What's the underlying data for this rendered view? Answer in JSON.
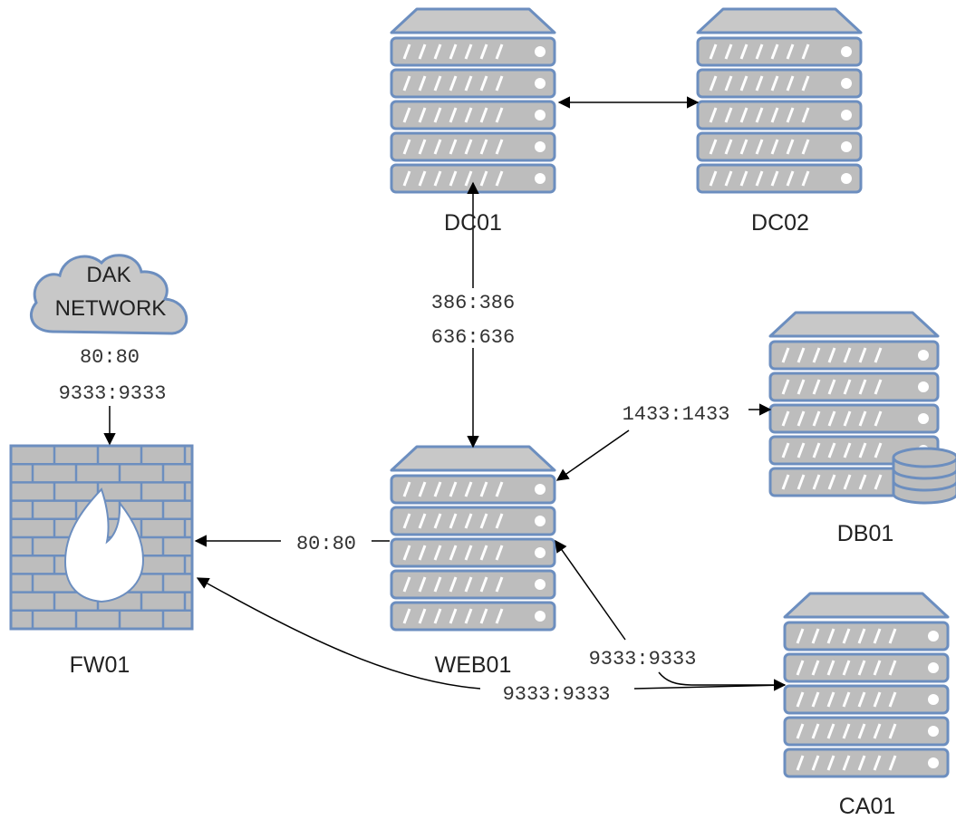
{
  "nodes": {
    "dc01": "DC01",
    "dc02": "DC02",
    "db01": "DB01",
    "web01": "WEB01",
    "ca01": "CA01",
    "fw01": "FW01",
    "cloud": [
      "DAK",
      "NETWORK"
    ]
  },
  "edges": {
    "cloud_fw": [
      "80:80",
      "9333:9333"
    ],
    "dc_web": [
      "386:386",
      "636:636"
    ],
    "web_db": "1433:1433",
    "web_fw": "80:80",
    "web_ca": "9333:9333",
    "fw_ca": "9333:9333"
  },
  "colors": {
    "stroke": "#6c8ebf",
    "fill": "#bdbdbd",
    "edge": "#000000"
  }
}
